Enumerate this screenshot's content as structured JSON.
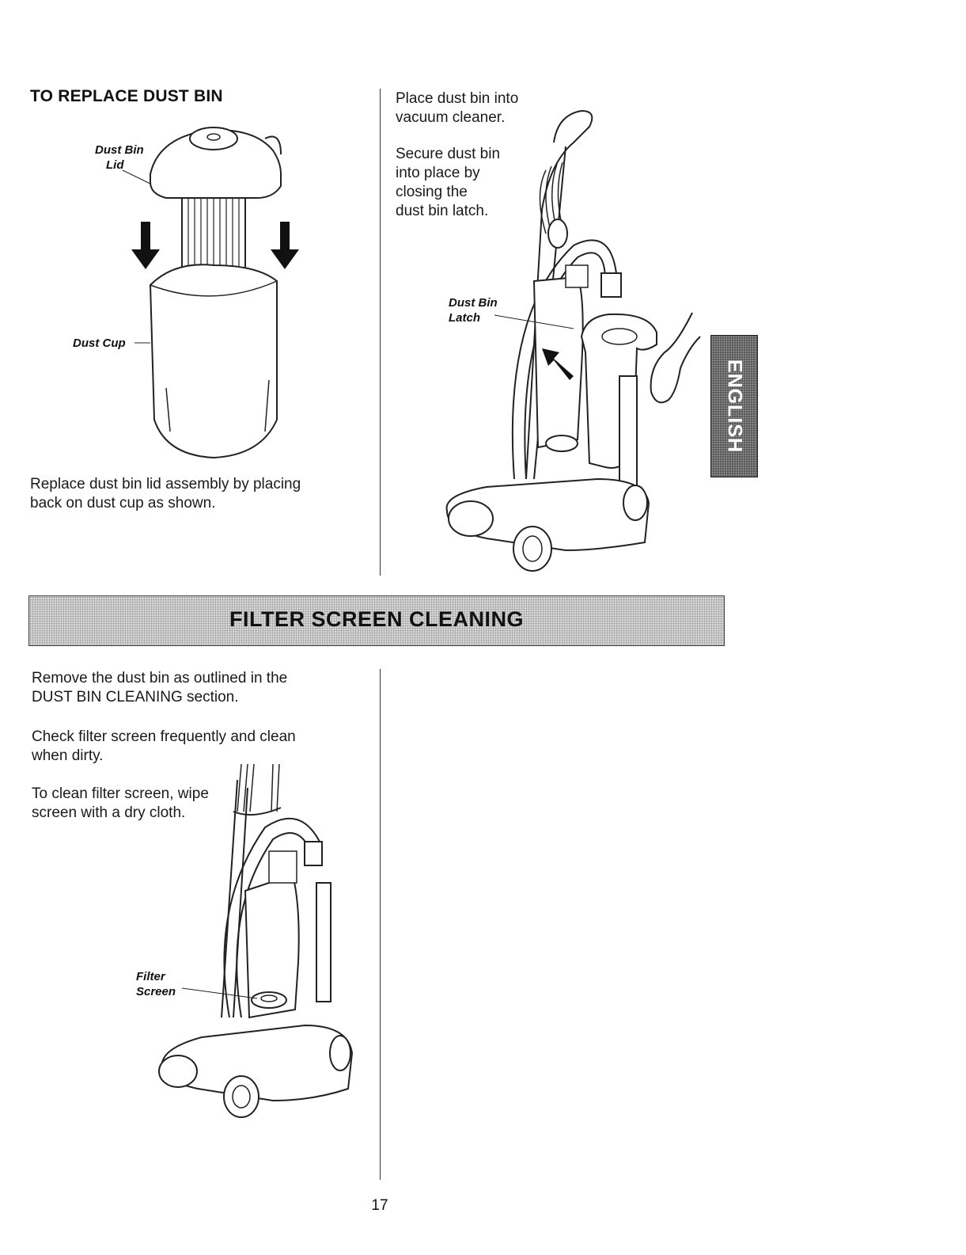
{
  "section1": {
    "heading": "TO REPLACE DUST BIN",
    "callout_lid_line1": "Dust Bin",
    "callout_lid_line2": "Lid",
    "callout_cup": "Dust Cup",
    "instruction": [
      "Replace dust bin lid assembly by placing",
      "back on dust cup as shown."
    ]
  },
  "section2": {
    "instruction1": [
      "Place dust bin into",
      "vacuum cleaner."
    ],
    "instruction2": [
      "Secure dust bin",
      "into place by",
      "closing the",
      "dust bin latch."
    ],
    "callout_latch_line1": "Dust Bin",
    "callout_latch_line2": "Latch"
  },
  "banner": {
    "title": "FILTER SCREEN CLEANING"
  },
  "side_tab": {
    "label": "ENGLISH"
  },
  "section3": {
    "p1": [
      "Remove the dust bin as outlined in the",
      "DUST BIN CLEANING section."
    ],
    "p2": [
      "Check filter screen frequently and clean",
      "when dirty."
    ],
    "p3": [
      "To clean filter screen, wipe",
      "screen with a dry cloth."
    ],
    "callout_filter_line1": "Filter",
    "callout_filter_line2": "Screen"
  },
  "page_number": "17"
}
